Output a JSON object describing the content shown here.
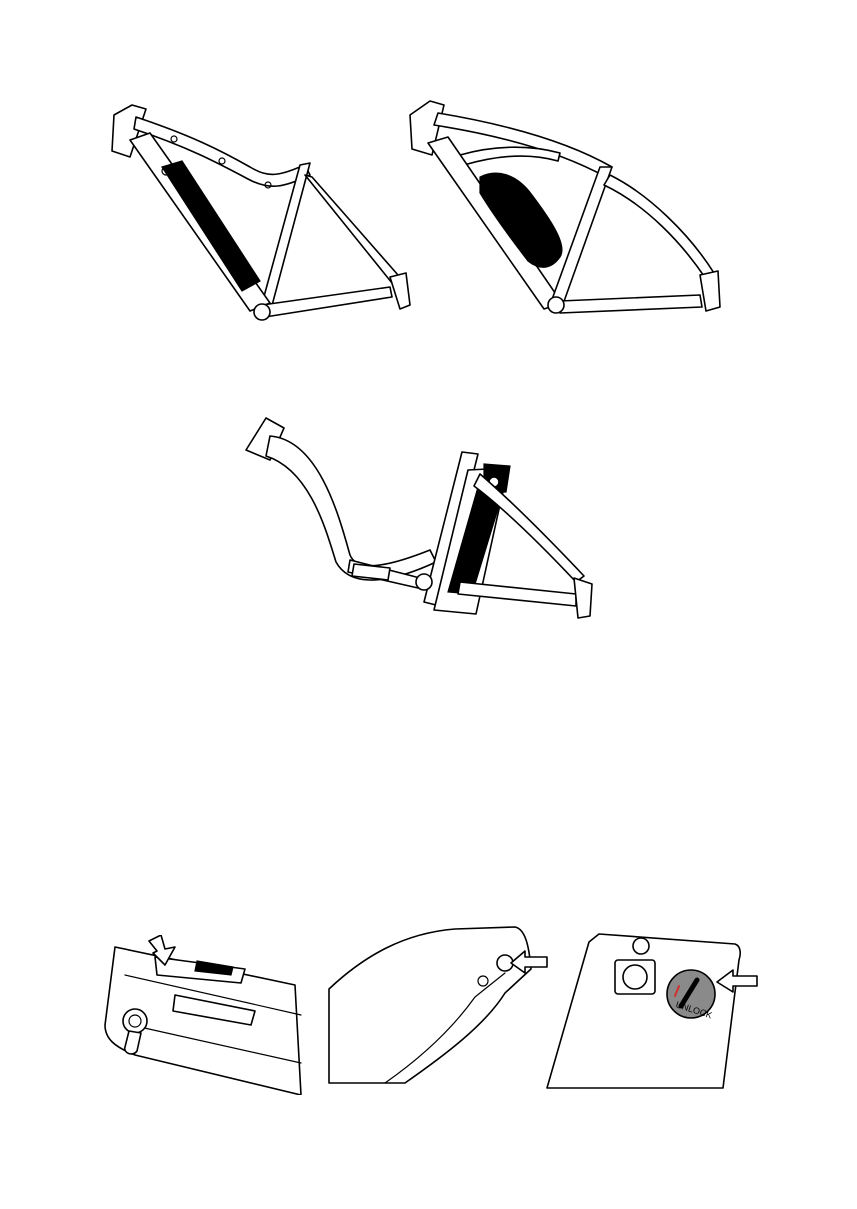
{
  "page": {
    "figures": [
      {
        "id": "frame-downtube-battery"
      },
      {
        "id": "frame-integrated-battery"
      },
      {
        "id": "stepthrough-frame-battery"
      },
      {
        "id": "detail-battery-key-lock"
      },
      {
        "id": "detail-frame-lock-pin"
      },
      {
        "id": "detail-battery-unlock"
      }
    ],
    "lock_label": "UNLOCK",
    "colors": {
      "line": "#000000",
      "battery": "#000000",
      "lock_face": "#8a8a8a",
      "key_mark": "#d03030"
    }
  }
}
